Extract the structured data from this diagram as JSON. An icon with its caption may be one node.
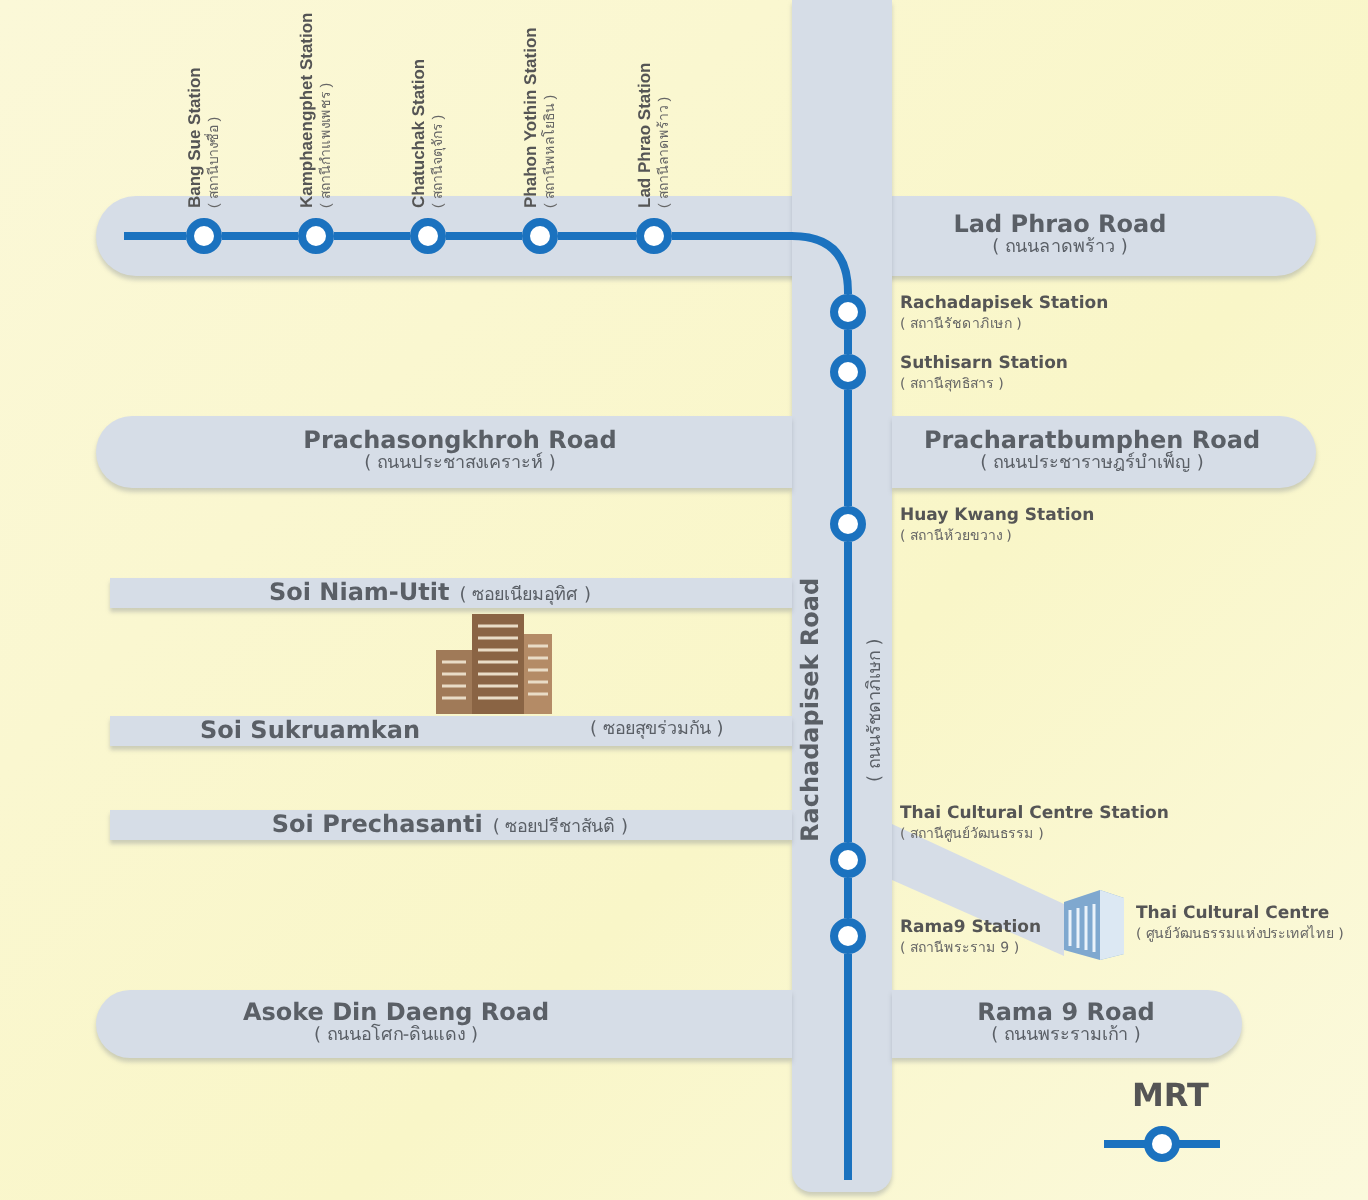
{
  "diagram": {
    "nodes": [
      {
        "text": [
          "Lad Phrao Road",
          "( ถนนลาดพร้าว )"
        ]
      },
      {
        "text": [],
        "shape": "circle",
        "beside": [
          "Bang Sue Station",
          "( สถานีบางซื่อ )"
        ],
        "in": 0
      },
      {
        "text": [],
        "shape": "circle",
        "beside": [
          "Kamphaengphet Station",
          "( สถานีกำแพงเพชร )"
        ],
        "in": 0
      },
      {
        "text": [],
        "shape": "circle",
        "beside": [
          "Chatuchak Station",
          "( สถานีจตุจักร )"
        ],
        "in": 0
      },
      {
        "text": [],
        "shape": "circle",
        "beside": [
          "Phahon Yothin Station",
          "( สถานีพหลโยธิน )"
        ],
        "in": 0
      },
      {
        "text": [],
        "shape": "circle",
        "beside": [
          "Lad Phrao Station",
          "( สถานีลาดพร้าว )"
        ],
        "in": 0
      },
      {
        "text": [
          "Rachadapisek Road",
          "( ถนนรัชดาภิเษก )"
        ]
      },
      {
        "text": [],
        "shape": "circle",
        "beside": [
          "Rachadapisek Station",
          "( สถานีรัชดาภิเษก )"
        ],
        "in": 6
      },
      {
        "text": [],
        "shape": "circle",
        "beside": [
          "Suthisarn Station",
          "( สถานีสุทธิสาร )"
        ],
        "in": 6
      },
      {
        "text": [
          "Prachasongkhroh Road",
          "( ถนนประชาสงเคราะห์ )"
        ]
      },
      {
        "text": [
          "Pracharatbumphen Road",
          "( ถนนประชาราษฎร์บำเพ็ญ )"
        ]
      },
      {
        "text": [],
        "shape": "circle",
        "beside": [
          "Huay Kwang Station",
          "( สถานีห้วยขวาง )"
        ],
        "in": 6
      },
      {
        "text": [
          "Soi Niam-Utit",
          "( ซอยเนียมอุทิศ )"
        ]
      },
      {
        "text": [
          "Soi Sukruamkan",
          "( ซอยสุขร่วมกัน )"
        ]
      },
      {
        "text": [
          "Soi Prechasanti",
          "( ซอยปรีชาสันติ )"
        ]
      },
      {
        "text": [],
        "shape": "circle",
        "beside": [
          "Thai Cultural Centre Station",
          "( สถานีศูนย์วัฒนธรรม )"
        ],
        "in": 6
      },
      {
        "text": [],
        "shape": "circle",
        "beside": [
          "Rama9 Station",
          "( สถานีพระราม 9 )"
        ],
        "in": 6
      },
      {
        "text": [
          "Thai Cultural Centre",
          "( ศูนย์วัฒนธรรมแห่งประเทศไทย )"
        ]
      },
      {
        "text": [
          "Asoke Din Daeng Road",
          "( ถนนอโศก-ดินแดง )"
        ]
      },
      {
        "text": [
          "Rama 9 Road",
          "( ถนนพระรามเก้า )"
        ]
      }
    ],
    "edges": [
      {
        "from": null,
        "to": 1,
        "arrow": "none"
      },
      {
        "from": 1,
        "to": 2,
        "arrow": "none"
      },
      {
        "from": 2,
        "to": 3,
        "arrow": "none"
      },
      {
        "from": 3,
        "to": 4,
        "arrow": "none"
      },
      {
        "from": 4,
        "to": 5,
        "arrow": "none"
      },
      {
        "from": 5,
        "to": 7,
        "arrow": "none"
      },
      {
        "from": 7,
        "to": 8,
        "arrow": "none"
      },
      {
        "from": 8,
        "to": 11,
        "arrow": "none"
      },
      {
        "from": 11,
        "to": 15,
        "arrow": "none"
      },
      {
        "from": 15,
        "to": 16,
        "arrow": "none"
      },
      {
        "from": 16,
        "to": null,
        "arrow": "none"
      }
    ],
    "legend": [
      {
        "text": "MRT"
      }
    ]
  }
}
